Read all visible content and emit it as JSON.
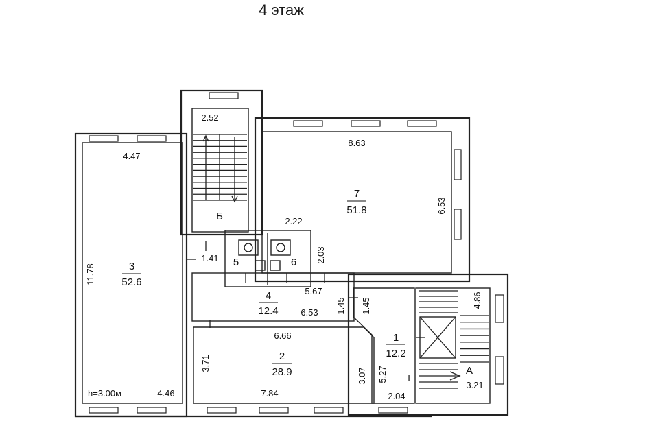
{
  "title": "4 этаж",
  "rooms": [
    {
      "number": "3",
      "area": "52.6"
    },
    {
      "number": "7",
      "area": "51.8"
    },
    {
      "number": "4",
      "area": "12.4"
    },
    {
      "number": "2",
      "area": "28.9"
    },
    {
      "number": "1",
      "area": "12.2"
    },
    {
      "number": "5",
      "area": ""
    },
    {
      "number": "6",
      "area": ""
    }
  ],
  "labels": {
    "stair_b": "Б",
    "stair_a": "А",
    "ceiling_height": "h=3.00м",
    "mark_i": "I"
  },
  "dimensions": {
    "d447": "4.47",
    "d1178": "11.78",
    "d446": "4.46",
    "d252": "2.52",
    "d863": "8.63",
    "d653v": "6.53",
    "d222": "2.22",
    "d203": "2.03",
    "d141": "1.41",
    "d567": "5.67",
    "d653h": "6.53",
    "d145a": "1.45",
    "d145b": "1.45",
    "d486": "4.86",
    "d666": "6.66",
    "d371": "3.71",
    "d307": "3.07",
    "d527": "5.27",
    "d784": "7.84",
    "d204": "2.04",
    "d321": "3.21"
  }
}
